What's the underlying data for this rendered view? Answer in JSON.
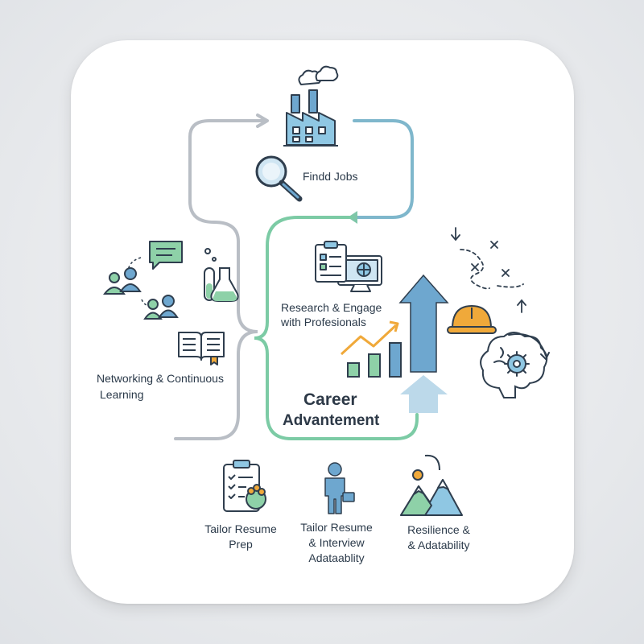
{
  "diagram": {
    "find_jobs": "Findd Jobs",
    "research": [
      "Research & Engage",
      "with Profesionals"
    ],
    "networking": [
      "Networking & Continuous",
      "Learning"
    ],
    "career": [
      "Career",
      "Advantement"
    ],
    "tailor_resume": [
      "Tailor Resume",
      "Prep"
    ],
    "interview": [
      "Tailor Resume",
      "& Interview",
      "Adataablity"
    ],
    "resilience": [
      "Resilience &",
      "& Adatability"
    ]
  },
  "colors": {
    "gray_path": "#b9bec5",
    "blue_path": "#7fb7cc",
    "green_path": "#7ccba5",
    "arrow_blue": "#6ea7cf",
    "arrow_light": "#bcd9ea",
    "icon_outline": "#2f3e4e",
    "accent_green": "#7cc9a0",
    "accent_orange": "#f0a93a"
  },
  "icons": [
    "factory-icon",
    "magnifier-icon",
    "chat-icon",
    "people-icon",
    "flask-icon",
    "book-icon",
    "clipboard-monitor-icon",
    "growth-chart-icon",
    "up-arrow-icon",
    "hard-hat-icon",
    "strategy-map-icon",
    "brain-gear-icon",
    "checklist-icon",
    "businessman-icon",
    "mountain-icon"
  ]
}
